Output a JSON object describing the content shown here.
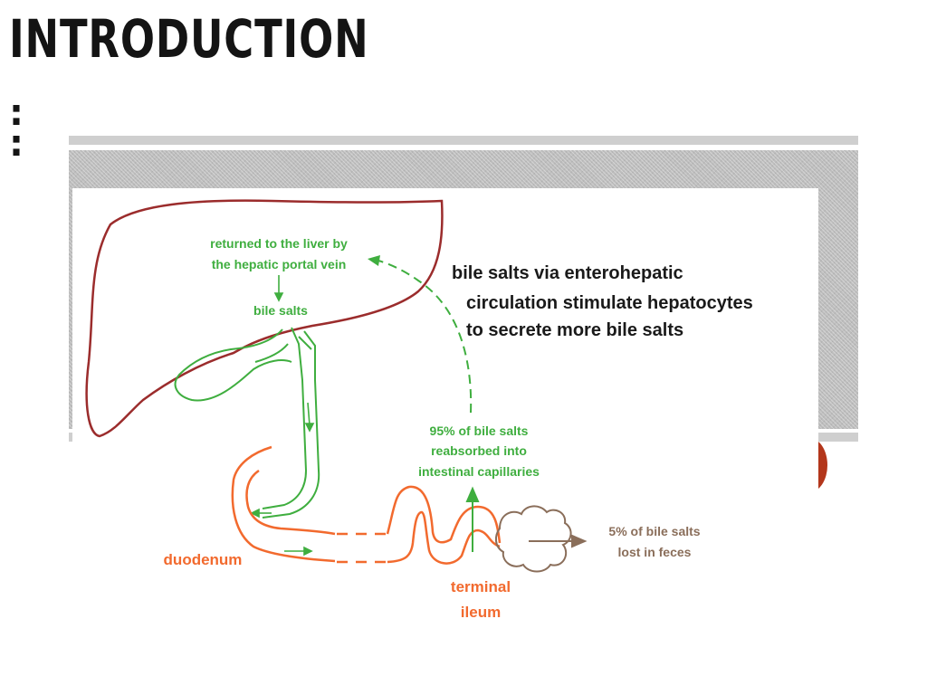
{
  "slide": {
    "title": "INTRODUCTION",
    "title_suffix": ":\n:"
  },
  "diagram": {
    "label_returned_1": "returned to the liver by",
    "label_returned_2": "the hepatic portal vein",
    "label_bile_salts": "bile salts",
    "caption_1": "bile salts via enterohepatic",
    "caption_2": "circulation stimulate hepatocytes",
    "caption_3": "to secrete more bile salts",
    "label_reabsorbed_1": "95% of bile salts",
    "label_reabsorbed_2": "reabsorbed into",
    "label_reabsorbed_3": "intestinal capillaries",
    "label_lost_1": "5% of bile salts",
    "label_lost_2": "lost in feces",
    "label_duodenum": "duodenum",
    "label_terminal_1": "terminal",
    "label_terminal_2": "ileum",
    "colors": {
      "liver": "#9b2c2c",
      "gallbladder_duct": "#3fae3f",
      "intestine": "#f26a2e",
      "feces": "#8a6e5a",
      "caption": "#1a1a1a"
    }
  }
}
